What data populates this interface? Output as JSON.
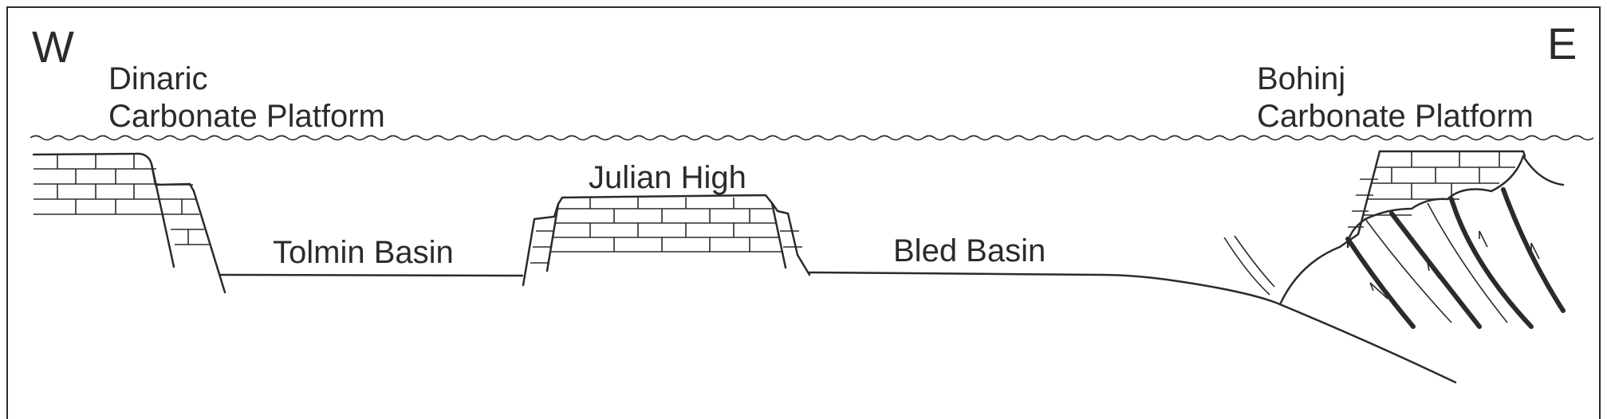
{
  "directions": {
    "west": "W",
    "east": "E"
  },
  "labels": {
    "dinaric_line1": "Dinaric",
    "dinaric_line2": "Carbonate Platform",
    "bohinj_line1": "Bohinj",
    "bohinj_line2": "Carbonate Platform",
    "julian_high": "Julian High",
    "tolmin_basin": "Tolmin Basin",
    "bled_basin": "Bled Basin"
  }
}
